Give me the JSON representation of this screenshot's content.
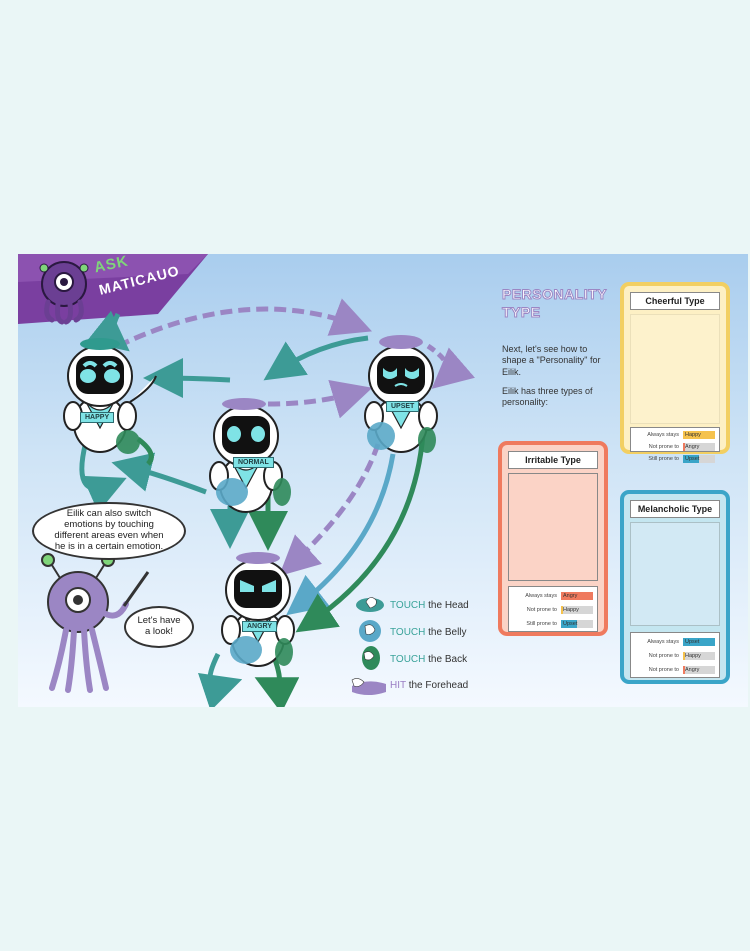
{
  "brand": {
    "logo_text_1": "ASK",
    "logo_text_2": "MATICAUO"
  },
  "robots": [
    {
      "id": "happy",
      "label": "HAPPY"
    },
    {
      "id": "normal",
      "label": "NORMAL"
    },
    {
      "id": "upset",
      "label": "UPSET"
    },
    {
      "id": "angry",
      "label": "ANGRY"
    }
  ],
  "bubbles": {
    "main": "Eilik can also switch emotions by touching different areas even when he is in a certain emotion.",
    "small": "Let's have a look!"
  },
  "legend": [
    {
      "icon": "hand-head-icon",
      "keyword": "TOUCH",
      "rest": " the Head"
    },
    {
      "icon": "hand-belly-icon",
      "keyword": "TOUCH",
      "rest": " the Belly"
    },
    {
      "icon": "hand-back-icon",
      "keyword": "TOUCH",
      "rest": " the Back"
    },
    {
      "icon": "hit-forehead-icon",
      "keyword": "HIT",
      "rest": " the Forehead"
    }
  ],
  "personality": {
    "title_line_1": "PERSONALITY",
    "title_line_2": "TYPE",
    "intro": "Next, let's see how to shape a \"Personality\" for Eilik.",
    "intro2": "Eilik has three types of personality:"
  },
  "cards": {
    "cheerful": {
      "title": "Cheerful Type",
      "stats": [
        {
          "label": "Always stays",
          "value": "Happy",
          "fill": 1.0
        },
        {
          "label": "Not prone to",
          "value": "Angry",
          "fill": 0.05
        },
        {
          "label": "Still prone to",
          "value": "Upset",
          "fill": 0.5
        }
      ]
    },
    "irritable": {
      "title": "Irritable Type",
      "stats": [
        {
          "label": "Always stays",
          "value": "Angry",
          "fill": 1.0
        },
        {
          "label": "Not prone to",
          "value": "Happy",
          "fill": 0.05
        },
        {
          "label": "Still prone to",
          "value": "Upset",
          "fill": 0.5
        }
      ]
    },
    "melancholic": {
      "title": "Melancholic Type",
      "stats": [
        {
          "label": "Always stays",
          "value": "Upset",
          "fill": 1.0
        },
        {
          "label": "Not prone to",
          "value": "Happy",
          "fill": 0.05
        },
        {
          "label": "Not prone to",
          "value": "Angry",
          "fill": 0.05
        }
      ]
    }
  },
  "colors": {
    "cheerful_border": "#f2cf62",
    "cheerful_bg": "#fdf0c4",
    "irritable_border": "#ef7a5e",
    "irritable_bg": "#fbd3c6",
    "melancholic_border": "#3aa5c8",
    "melancholic_bg": "#c4e6f0",
    "happy_fill": "#f5c24d",
    "angry_fill": "#ef7a5e",
    "upset_fill": "#3aa5c8",
    "teal_arrow": "#3d9b96",
    "purple_arrow": "#9b86c4",
    "green_arrow": "#2f8a5a"
  }
}
